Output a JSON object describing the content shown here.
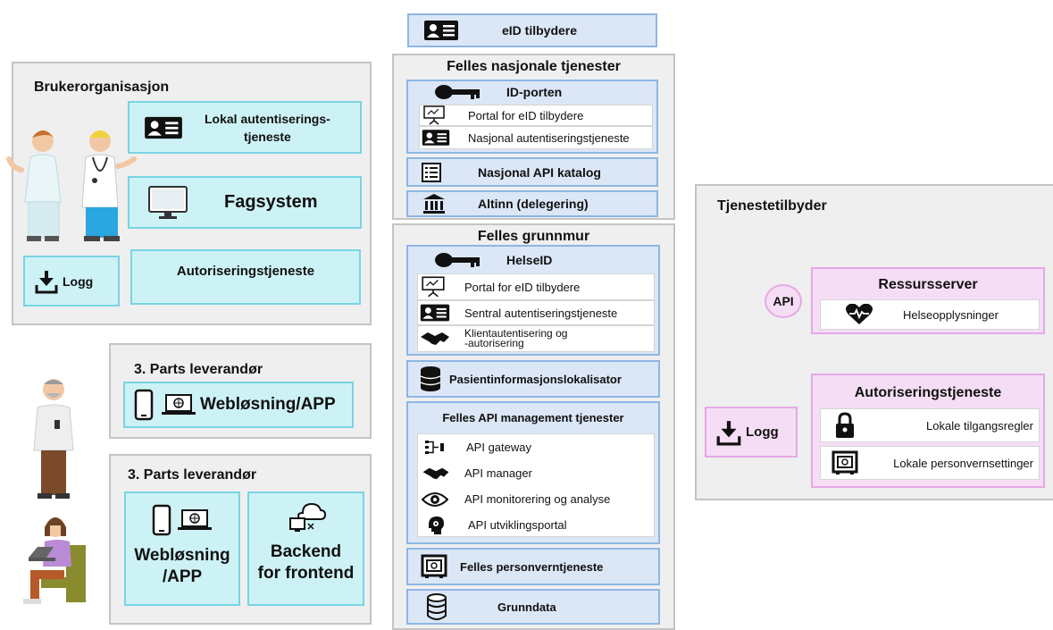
{
  "colors": {
    "cyan_fill": "#cdf2f6",
    "cyan_border": "#79d4e4",
    "blue_fill": "#dbe7f6",
    "blue_border": "#8db6e4",
    "pink_fill": "#f5def5",
    "pink_border": "#e6a8e6",
    "gray_fill": "#efefef",
    "gray_border": "#c4c4c4"
  },
  "eid_top": {
    "label": "eID tilbydere",
    "icon": "id-card-icon"
  },
  "bruker": {
    "title": "Brukerorganisasjon",
    "lokal_auth": [
      "Lokal autentiserings-",
      "tjeneste"
    ],
    "fagsystem": "Fagsystem",
    "logg": "Logg",
    "autorisering": "Autoriseringstjeneste"
  },
  "parts1": {
    "title": "3. Parts leverandør",
    "web": "Webløsning/APP"
  },
  "parts2": {
    "title": "3. Parts leverandør",
    "web": [
      "Webløsning",
      "/APP"
    ],
    "backend": [
      "Backend",
      "for frontend"
    ]
  },
  "nasjonale": {
    "title": "Felles nasjonale tjenester",
    "idporten": {
      "title": "ID-porten",
      "items": [
        "Portal for eID tilbydere",
        "Nasjonal autentiseringstjeneste"
      ]
    },
    "api_katalog": "Nasjonal API katalog",
    "altinn": "Altinn (delegering)"
  },
  "grunnmur": {
    "title": "Felles grunnmur",
    "helseid": {
      "title": "HelseID",
      "items": [
        "Portal for eID tilbydere",
        "Sentral autentiseringstjeneste",
        "Klientautentisering og",
        "-autorisering"
      ]
    },
    "pasient": "Pasientinformasjonslokalisator",
    "apim": {
      "title": "Felles API management tjenester",
      "items": [
        "API gateway",
        "API manager",
        "API monitorering og analyse",
        "API utviklingsportal"
      ]
    },
    "personvern": "Felles personverntjeneste",
    "grunndata": "Grunndata"
  },
  "tjeneste": {
    "title": "Tjenestetilbyder",
    "api": "API",
    "ressurs": {
      "title": "Ressursserver",
      "item": "Helseopplysninger"
    },
    "logg": "Logg",
    "autorisering": {
      "title": "Autoriseringstjeneste",
      "items": [
        "Lokale tilgangsregler",
        "Lokale personvernsettinger"
      ]
    }
  }
}
